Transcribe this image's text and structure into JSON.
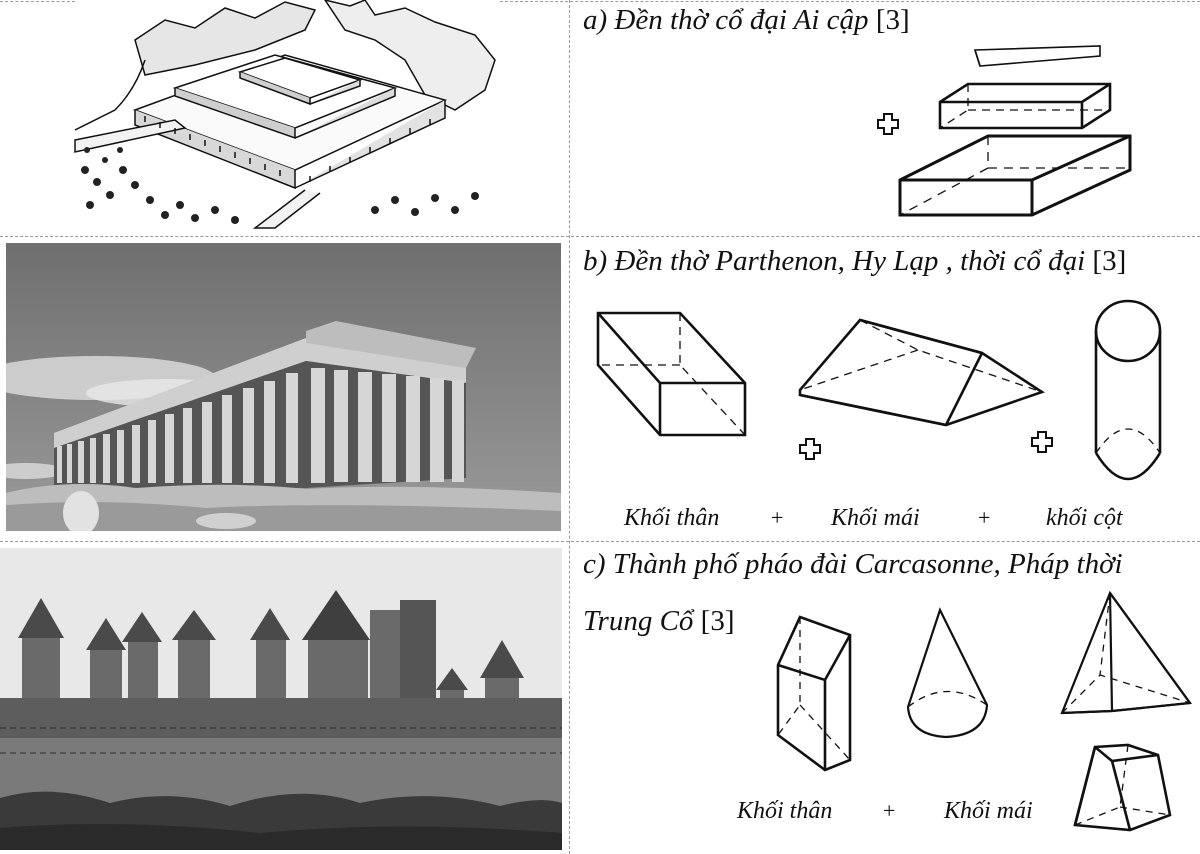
{
  "rows": [
    {
      "id": "a",
      "caption": "a) Đền thờ cổ đại Ai cập",
      "ref": "[3]",
      "image": "egyptian-temple-drawing",
      "plus_signs": [
        "plus-icon"
      ]
    },
    {
      "id": "b",
      "caption": "b) Đền thờ Parthenon, Hy Lạp , thời cổ đại",
      "ref": "[3]",
      "image": "parthenon-photo",
      "labels": {
        "body": "Khối thân",
        "roof": "Khối mái",
        "column": "khối cột"
      },
      "operator": "+"
    },
    {
      "id": "c",
      "caption_line1": "c) Thành phố pháo đài Carcasonne, Pháp thời",
      "caption_line2": "Trung Cổ",
      "ref": "[3]",
      "image": "carcassonne-photo",
      "labels": {
        "body": "Khối thân",
        "roof": "Khối mái"
      },
      "operator": "+"
    }
  ]
}
